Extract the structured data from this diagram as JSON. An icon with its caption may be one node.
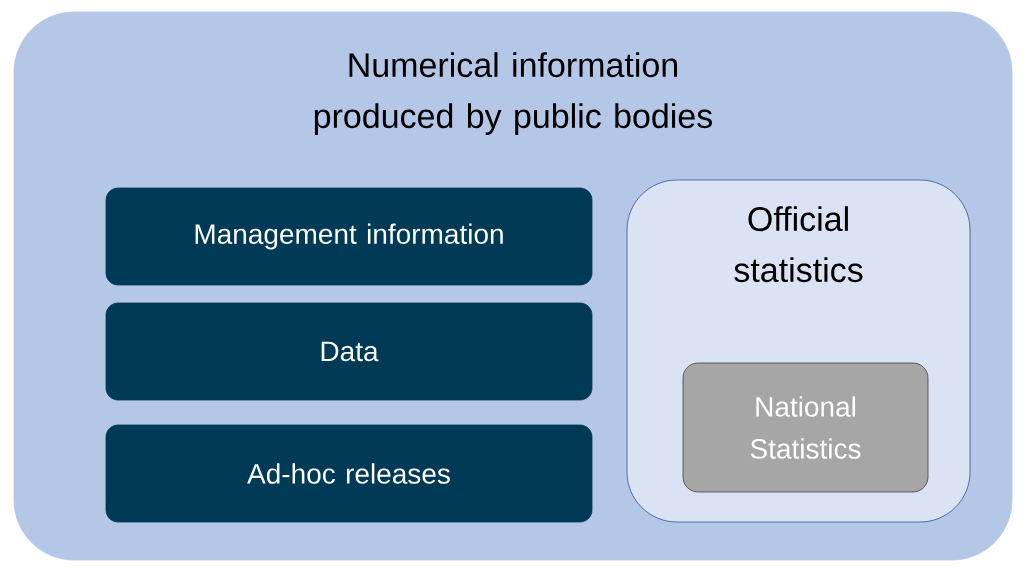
{
  "diagram": {
    "nodes": [
      {
        "text": [
          "Numerical information produced by public bodies"
        ]
      },
      {
        "text": [
          "Management information"
        ],
        "in": 0
      },
      {
        "text": [
          "Data"
        ],
        "in": 0
      },
      {
        "text": [
          "Ad-hoc releases"
        ],
        "in": 0
      },
      {
        "text": [
          "Official statistics"
        ],
        "in": 0
      },
      {
        "text": [
          "National Statistics"
        ],
        "in": 4
      }
    ]
  }
}
